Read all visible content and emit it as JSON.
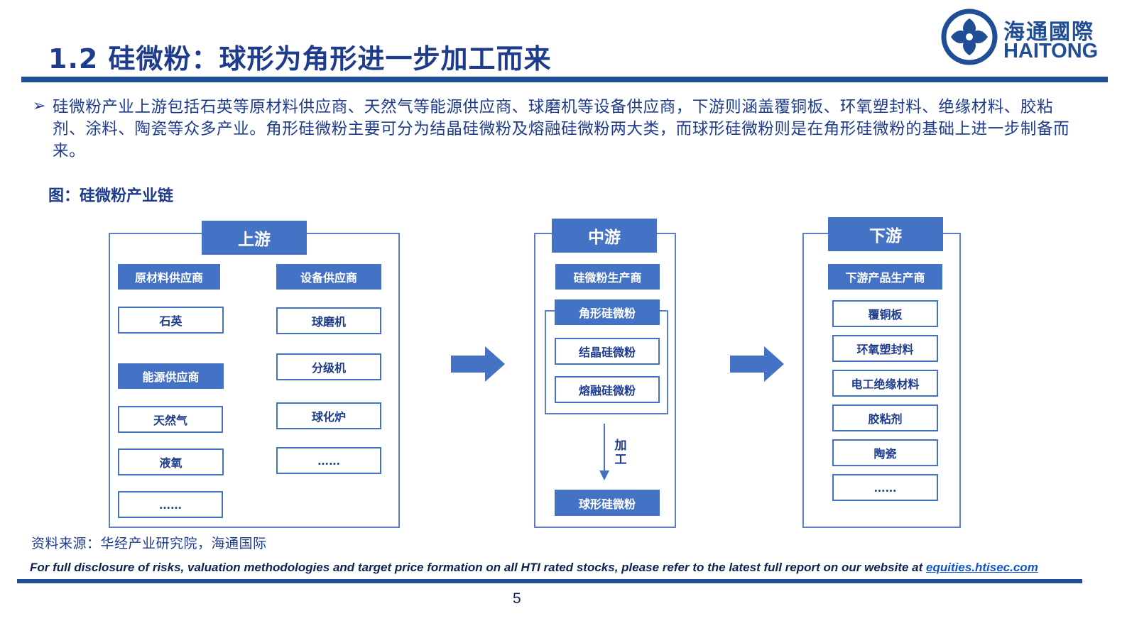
{
  "header": {
    "title": "1.2 硅微粉：球形为角形进一步加工而来",
    "logo_cn": "海通國際",
    "logo_en": "HAITONG"
  },
  "intro": {
    "bullet": "➢",
    "text": "硅微粉产业上游包括石英等原材料供应商、天然气等能源供应商、球磨机等设备供应商，下游则涵盖覆铜板、环氧塑封料、绝缘材料、胶粘剂、涂料、陶瓷等众多产业。角形硅微粉主要可分为结晶硅微粉及熔融硅微粉两大类，而球形硅微粉则是在角形硅微粉的基础上进一步制备而来。"
  },
  "figure_title": "图：硅微粉产业链",
  "upstream": {
    "header": "上游",
    "raw_label": "原材料供应商",
    "raw_items": [
      "石英"
    ],
    "energy_label": "能源供应商",
    "energy_items": [
      "天然气",
      "液氧",
      "……"
    ],
    "equip_label": "设备供应商",
    "equip_items": [
      "球磨机",
      "分级机",
      "球化炉",
      "……"
    ]
  },
  "midstream": {
    "header": "中游",
    "producer_label": "硅微粉生产商",
    "angular_label": "角形硅微粉",
    "angular_items": [
      "结晶硅微粉",
      "熔融硅微粉"
    ],
    "process_label": "加工",
    "spherical_label": "球形硅微粉"
  },
  "downstream": {
    "header": "下游",
    "label": "下游产品生产商",
    "items": [
      "覆铜板",
      "环氧塑封料",
      "电工绝缘材料",
      "胶粘剂",
      "陶瓷",
      "……"
    ]
  },
  "footer": {
    "source": "资料来源：华经产业研究院，海通国际",
    "disclaimer": "For full disclosure of risks, valuation methodologies and target price formation on all HTI rated stocks, please refer to the latest full report on our website at",
    "link": "equities.htisec.com",
    "page": "5"
  },
  "colors": {
    "primary": "#1f4e96",
    "box_fill": "#4472c4",
    "text": "#1f3c8c"
  }
}
